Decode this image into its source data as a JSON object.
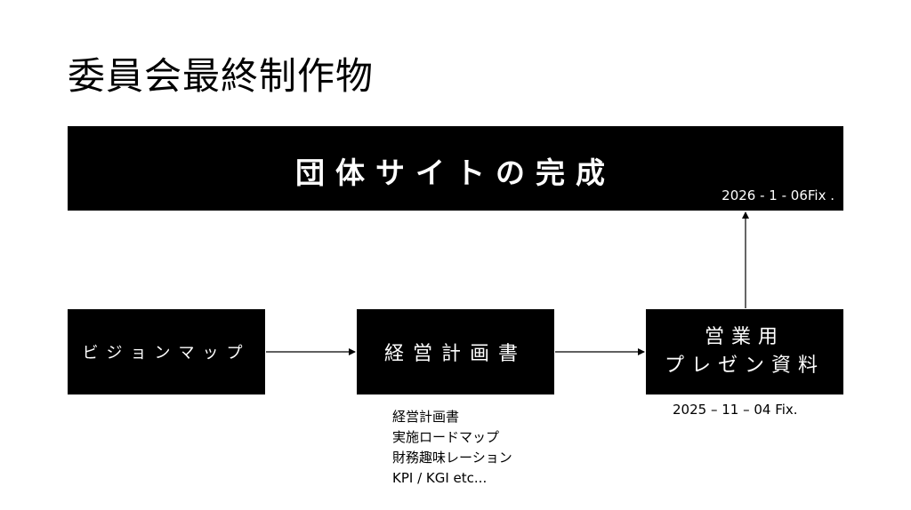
{
  "title": "委員会最終制作物",
  "goal": {
    "label": "団体サイトの完成",
    "date": "2026 - 1 - 06Fix ."
  },
  "steps": [
    {
      "label": "ビジョンマップ"
    },
    {
      "label": "経営計画書"
    },
    {
      "label_line1": "営業用",
      "label_line2": "プレゼン資料",
      "date": "2025 – 11 – 04 Fix."
    }
  ],
  "notes": [
    "経営計画書",
    "実施ロードマップ",
    "財務趣味レーション",
    "KPI / KGI etc..."
  ]
}
